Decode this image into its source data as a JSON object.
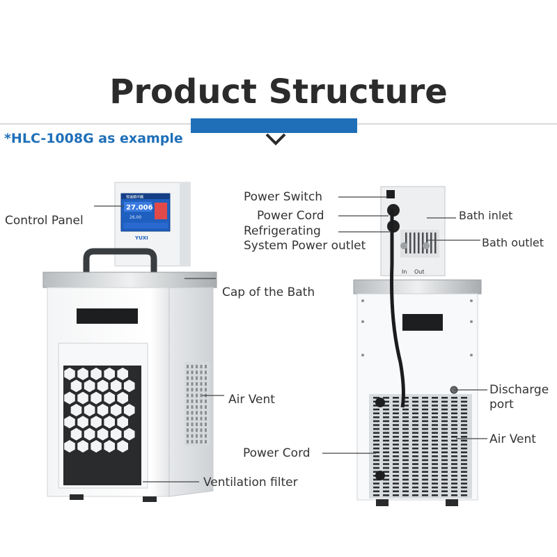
{
  "title": "Product Structure",
  "subtitle": "*HLC-1008G as example",
  "panel_display": {
    "header": "恒温循环器",
    "temp_main": "27.006",
    "temp_sub": "26.00",
    "brand": "YUXI"
  },
  "back_port_labels": {
    "in": "In",
    "out": "Out"
  },
  "labels": {
    "control_panel": "Control Panel",
    "cap_of_bath": "Cap of the Bath",
    "air_vent_left": "Air Vent",
    "ventilation_filter": "Ventilation filter",
    "power_switch": "Power Switch",
    "power_cord_top": "Power Cord",
    "refrigerating_line1": "Refrigerating",
    "refrigerating_line2": "System Power outlet",
    "bath_inlet": "Bath inlet",
    "bath_outlet": "Bath outlet",
    "discharge_line1": "Discharge",
    "discharge_line2": "port",
    "air_vent_right": "Air Vent",
    "power_cord_bottom": "Power Cord"
  },
  "colors": {
    "accent": "#1f6fb8",
    "title": "#2b2b2b",
    "label": "#333333",
    "screen": "#1f5fbf"
  }
}
